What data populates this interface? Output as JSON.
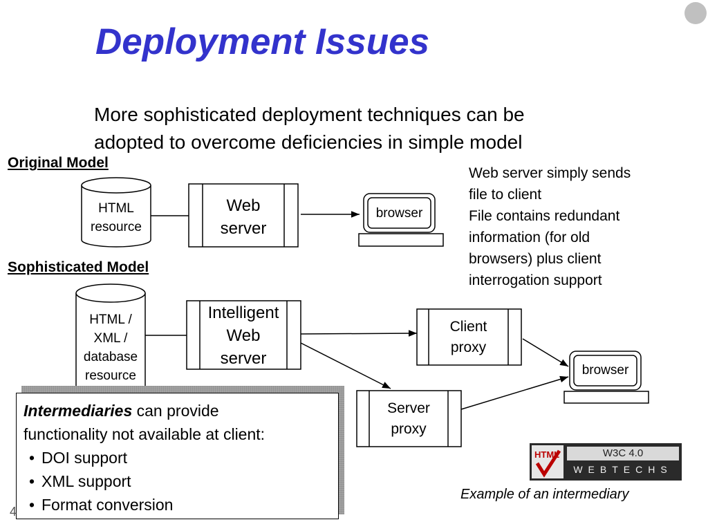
{
  "slide": {
    "title": "Deployment Issues",
    "subtitle_line1": "More sophisticated deployment techniques can be",
    "subtitle_line2": "adopted to overcome deficiencies in simple model",
    "page_number": "4"
  },
  "original_model": {
    "heading": "Original Model",
    "html_resource": [
      "HTML",
      "resource"
    ],
    "web_server": [
      "Web",
      "server"
    ],
    "browser": "browser"
  },
  "notes": [
    "Web server simply sends",
    "file to client",
    "File contains redundant",
    "information (for old",
    "browsers) plus client",
    "interrogation support"
  ],
  "sophisticated_model": {
    "heading": "Sophisticated Model",
    "resource": [
      "HTML /",
      "XML  /",
      "database",
      "resource"
    ],
    "intelligent_server": [
      "Intelligent",
      "Web",
      "server"
    ],
    "client_proxy": [
      "Client",
      "proxy"
    ],
    "server_proxy": [
      "Server",
      "proxy"
    ],
    "browser": "browser"
  },
  "callout": {
    "emphasis": "Intermediaries",
    "text1": " can provide",
    "text2": "functionality not available at client:",
    "items": [
      "DOI support",
      "XML support",
      "Format conversion"
    ]
  },
  "logo": {
    "top_text": "W3C 4.0",
    "bottom_text": "WEBTECHS",
    "badge_text": "HTML",
    "icon": "checkmark-icon"
  },
  "caption": "Example of an intermediary",
  "colors": {
    "title": "#3333cc",
    "background_button": "#c0c0c0"
  }
}
